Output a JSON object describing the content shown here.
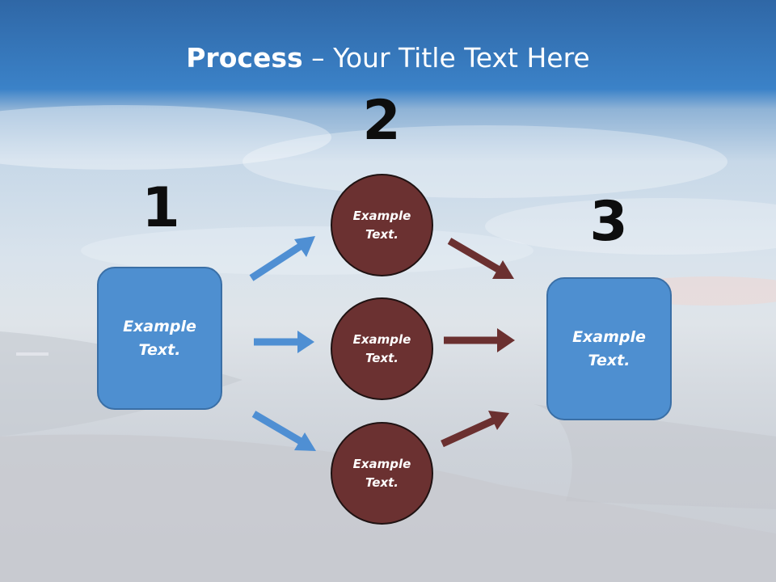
{
  "slide": {
    "title_bold": "Process",
    "title_rest": " – Your Title Text Here"
  },
  "steps": {
    "step1": {
      "number": "1",
      "label": "Example Text."
    },
    "step2": {
      "number": "2",
      "circles": [
        {
          "label": "Example Text."
        },
        {
          "label": "Example Text."
        },
        {
          "label": "Example Text."
        }
      ]
    },
    "step3": {
      "number": "3",
      "label": "Example Text."
    }
  },
  "colors": {
    "box_fill": "#4e8fd0",
    "circle_fill": "#6b3131",
    "blue_arrow": "#4f8fd3",
    "red_arrow": "#6b3030"
  }
}
